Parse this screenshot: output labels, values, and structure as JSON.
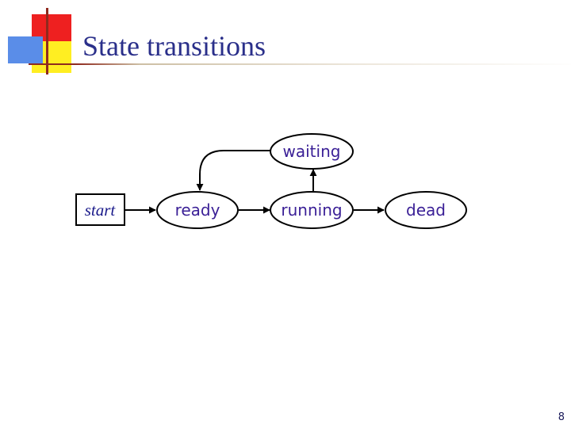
{
  "slide": {
    "title": "State transitions",
    "page_number": "8",
    "accent_colors": {
      "red": "#ee2020",
      "yellow": "#ffee22",
      "blue": "#5a8de8",
      "dark_red_line": "#8f2a1e",
      "title_text": "#2a2f8a",
      "node_text": "#3a1f96"
    }
  },
  "diagram": {
    "nodes": {
      "start": "start",
      "ready": "ready",
      "running": "running",
      "dead": "dead",
      "waiting": "waiting"
    },
    "edges": [
      {
        "from": "start",
        "to": "ready"
      },
      {
        "from": "ready",
        "to": "running"
      },
      {
        "from": "running",
        "to": "dead"
      },
      {
        "from": "running",
        "to": "waiting"
      },
      {
        "from": "waiting",
        "to": "ready"
      }
    ]
  }
}
